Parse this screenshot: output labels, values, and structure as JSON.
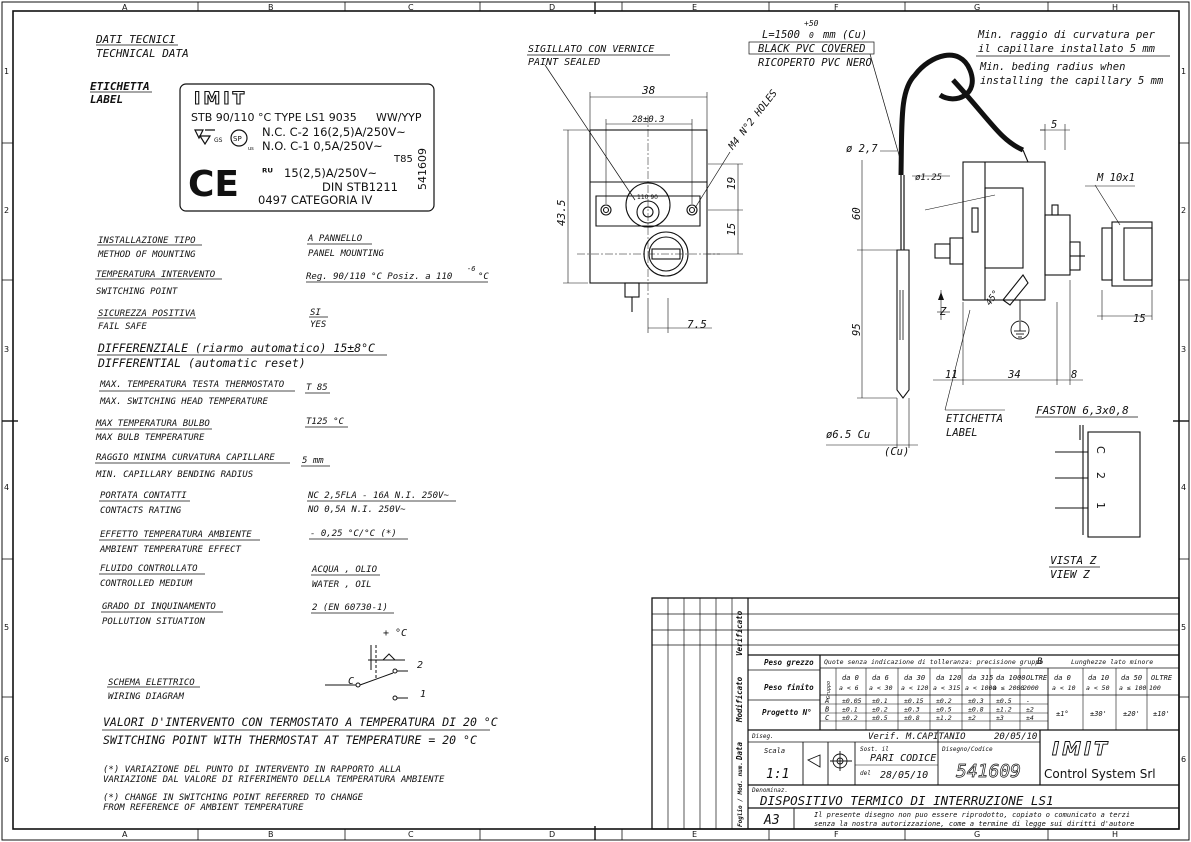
{
  "grid": {
    "columns": [
      "A",
      "B",
      "C",
      "D",
      "E",
      "F",
      "G",
      "H"
    ],
    "rows": [
      "1",
      "2",
      "3",
      "4",
      "5",
      "6"
    ]
  },
  "header": {
    "dati_it": "DATI TECNICI",
    "dati_en": "TECHNICAL DATA",
    "etichetta_it": "ETICHETTA",
    "etichetta_en": "LABEL"
  },
  "label_box": {
    "brand": "IMIT",
    "line1": "STB 90/110 °C TYPE LS1 9035",
    "line1b": "WW/YYP",
    "nc": "N.C. C-2 16(2,5)A/250V~",
    "no": "N.O. C-1 0,5A/250V~",
    "t85": "T85",
    "ul": "15(2,5)A/250V~",
    "din": "DIN STB1211",
    "cat": "0497 CATEGORIA IV",
    "code": "541609",
    "ce": "CE"
  },
  "specs": [
    {
      "it": "INSTALLAZIONE TIPO",
      "en": "METHOD OF MOUNTING",
      "v1": "A PANNELLO",
      "v2": "PANEL MOUNTING"
    },
    {
      "it": "TEMPERATURA INTERVENTO",
      "en": "SWITCHING POINT",
      "v1": "Reg. 90/110 °C  Posiz. a 110",
      "v1s": "-6",
      "v1e": "°C",
      "v2": ""
    },
    {
      "it": "SICUREZZA POSITIVA",
      "en": "FAIL SAFE",
      "v1": "SI",
      "v2": "YES"
    },
    {
      "it": "MAX. TEMPERATURA TESTA THERMOSTATO",
      "en": "MAX. SWITCHING HEAD TEMPERATURE",
      "v1": "T 85",
      "v2": ""
    },
    {
      "it": "MAX TEMPERATURA BULBO",
      "en": "MAX BULB TEMPERATURE",
      "v1": "T125 °C",
      "v2": ""
    },
    {
      "it": "RAGGIO MINIMA CURVATURA CAPILLARE",
      "en": "MIN. CAPILLARY BENDING RADIUS",
      "v1": "5 mm",
      "v2": ""
    },
    {
      "it": "PORTATA CONTATTI",
      "en": "CONTACTS RATING",
      "v1": "NC 2,5FLA - 16A N.I. 250V~",
      "v2": "NO 0,5A N.I. 250V~"
    },
    {
      "it": "EFFETTO TEMPERATURA AMBIENTE",
      "en": "AMBIENT TEMPERATURE EFFECT",
      "v1": "- 0,25 °C/°C  (*)",
      "v2": ""
    },
    {
      "it": "FLUIDO CONTROLLATO",
      "en": "CONTROLLED MEDIUM",
      "v1": "ACQUA , OLIO",
      "v2": "WATER , OIL"
    },
    {
      "it": "GRADO DI INQUINAMENTO",
      "en": "POLLUTION SITUATION",
      "v1": "2 (EN 60730-1)",
      "v2": ""
    }
  ],
  "differential": {
    "it": "DIFFERENZIALE (riarmo automatico)  15±8°C",
    "en": "DIFFERENTIAL  (automatic reset)"
  },
  "wiring": {
    "it": "SCHEMA ELETTRICO",
    "en": "WIRING DIAGRAM",
    "plus": "+ °C",
    "c": "C",
    "t2": "2",
    "t1": "1"
  },
  "notes": {
    "valori_it": "VALORI D'INTERVENTO CON TERMOSTATO A TEMPERATURA DI 20 °C",
    "valori_en": "SWITCHING POINT WITH THERMOSTAT AT TEMPERATURE = 20 °C",
    "n1": "(*) VARIAZIONE DEL PUNTO DI INTERVENTO IN RAPPORTO ALLA",
    "n2": "VARIAZIONE DAL VALORE DI RIFERIMENTO DELLA TEMPERATURA AMBIENTE",
    "n3": "(*) CHANGE IN SWITCHING POINT REFERRED TO CHANGE",
    "n4": "FROM REFERENCE OF AMBIENT TEMPERATURE"
  },
  "front_view": {
    "sig_it": "SIGILLATO CON VERNICE",
    "sig_en": "PAINT SEALED",
    "holes": "M4 N°2 HOLES",
    "d38": "38",
    "d28": "28±0.3",
    "d19": "19",
    "d15": "15",
    "d435": "43.5",
    "d75": "7.5"
  },
  "side_view": {
    "length": "L=1500",
    "tol_up": "+50",
    "tol_dn": "0",
    "unit": "mm (Cu)",
    "pvc_en": "BLACK PVC COVERED",
    "pvc_it": "RICOPERTO PVC NERO",
    "min_it1": "Min. raggio di curvatura per",
    "min_it2": "il capillare installato 5 mm",
    "min_en1": "Min. beding radius when",
    "min_en2": "installing the capillary 5 mm",
    "d27": "ø 2,7",
    "d125": "ø1.25",
    "d5": "5",
    "m10": "M 10x1",
    "d60": "60",
    "d95": "95",
    "d45": "45°",
    "z": "Z",
    "d11": "11",
    "d34": "34",
    "d8": "8",
    "d15b": "15",
    "d65": "ø6.5 Cu",
    "cu": "(Cu)",
    "etich_it": "ETICHETTA",
    "etich_en": "LABEL"
  },
  "faston": {
    "title": "FASTON  6,3x0,8",
    "c": "C",
    "t2": "2",
    "t1": "1",
    "vista_it": "VISTA Z",
    "vista_en": "VIEW Z"
  },
  "title_block": {
    "verificato": "Verificato",
    "modificato": "Modificato",
    "data": "Data",
    "peso_grezzo": "Peso grezzo",
    "peso_finito": "Peso finito",
    "progetto": "Progetto N°",
    "quote": "Quote senza indicazione di tolleranza: precisione gruppo",
    "gruppo": "B",
    "lunghezze": "Lunghezze lato minore",
    "tol_header": [
      "da 0",
      "da 6",
      "da 30",
      "da 120",
      "da 315",
      "da 1000",
      "OLTRE"
    ],
    "tol_header2": [
      "a < 6",
      "a < 30",
      "a < 120",
      "a < 315",
      "a < 1000",
      "a ≤ 2000",
      "2000"
    ],
    "tol_rows": [
      {
        "g": "A",
        "v": [
          "±0.05",
          "±0.1",
          "±0.15",
          "±0.2",
          "±0.3",
          "±0.5",
          "-"
        ]
      },
      {
        "g": "B",
        "v": [
          "±0.1",
          "±0.2",
          "±0.3",
          "±0.5",
          "±0.8",
          "±1.2",
          "±2"
        ]
      },
      {
        "g": "C",
        "v": [
          "±0.2",
          "±0.5",
          "±0.8",
          "±1.2",
          "±2",
          "±3",
          "±4"
        ]
      }
    ],
    "ang_header": [
      "da 0",
      "da 10",
      "da 50",
      "OLTRE"
    ],
    "ang_header2": [
      "a < 10",
      "a < 50",
      "a ≤ 100",
      "100"
    ],
    "ang_vals": [
      "±1°",
      "±30'",
      "±20'",
      "±10'"
    ],
    "disegnatore": "Diseg.",
    "verif": "Verif. M.CAPITANIO",
    "verif_date": "20/05/10",
    "scala": "Scala",
    "scala_val": "1:1",
    "sost": "Sost. il",
    "pari": "PARI CODICE",
    "del": "del",
    "del_date": "28/05/10",
    "disegno": "Disegno/Codice",
    "codice": "541609",
    "company": "Control System Srl",
    "brand": "IMIT",
    "denom": "Denominaz.",
    "title": "DISPOSITIVO TERMICO DI INTERRUZIONE LS1",
    "format": "A3",
    "legal1": "Il presente disegno non puo essere riprodotto, copiato o comunicato a terzi",
    "legal2": "senza la nostra autorizzazione, come a termine di legge sui diritti d'autore",
    "fogl_num": "Foglio / Mod. num."
  }
}
